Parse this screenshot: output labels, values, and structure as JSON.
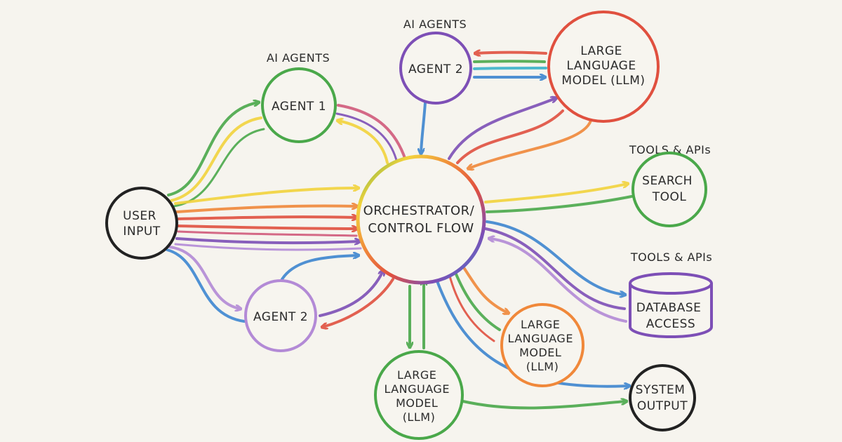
{
  "palette": {
    "red": "#e0503f",
    "orange": "#f0883a",
    "yellow": "#f2d33c",
    "green": "#4aa84a",
    "teal": "#3bb3c9",
    "blue": "#3d86d0",
    "purple": "#7d4fb6",
    "lilac": "#b38ad6",
    "pink": "#d05a7a",
    "black": "#222222"
  },
  "headers": {
    "ai_agents_left": "AI AGENTS",
    "ai_agents_top": "AI AGENTS",
    "tools_search": "TOOLS & APIs",
    "tools_db": "TOOLS & APIs"
  },
  "nodes": {
    "user_input": [
      "USER",
      "INPUT"
    ],
    "agent1": [
      "AGENT 1"
    ],
    "agent2_top": [
      "AGENT 2"
    ],
    "agent2_bottom": [
      "AGENT 2"
    ],
    "llm_top": [
      "LARGE",
      "LANGUAGE",
      "MODEL (LLM)"
    ],
    "orchestrator": [
      "ORCHESTRATOR/",
      "CONTROL FLOW"
    ],
    "search_tool": [
      "SEARCH",
      "TOOL"
    ],
    "database_access": [
      "DATABASE",
      "ACCESS"
    ],
    "llm_mid": [
      "LARGE",
      "LANGUAGE",
      "MODEL",
      "(LLM)"
    ],
    "llm_bottom": [
      "LARGE",
      "LANGUAGE",
      "MODEL",
      "(LLM)"
    ],
    "system_output": [
      "SYSTEM",
      "OUTPUT"
    ]
  }
}
